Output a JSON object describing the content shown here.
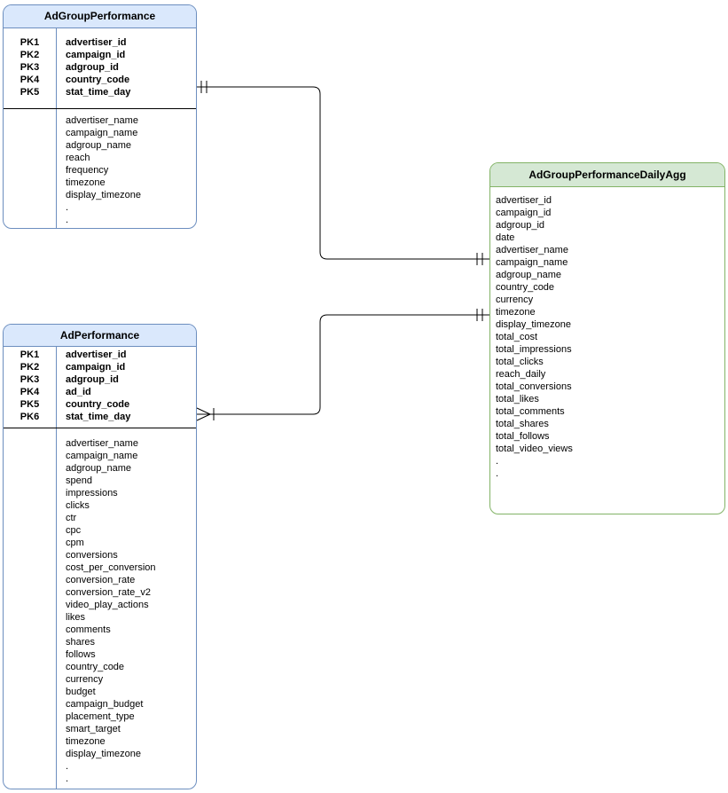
{
  "diagram": {
    "type": "entity-relationship",
    "colors": {
      "blue_header_fill": "#dae8fc",
      "blue_border": "#6c8ebf",
      "green_header_fill": "#d5e8d4",
      "green_border": "#82b366",
      "relationship_line": "#000000",
      "background": "#ffffff"
    },
    "tables": [
      {
        "name": "AdGroupPerformance",
        "pk_labels": [
          "PK1",
          "PK2",
          "PK3",
          "PK4",
          "PK5"
        ],
        "pk_fields": [
          "advertiser_id",
          "campaign_id",
          "adgroup_id",
          "country_code",
          "stat_time_day"
        ],
        "fields": [
          "advertiser_name",
          "campaign_name",
          "adgroup_name",
          "reach",
          "frequency",
          "timezone",
          "display_timezone",
          ".",
          "."
        ]
      },
      {
        "name": "AdPerformance",
        "pk_labels": [
          "PK1",
          "PK2",
          "PK3",
          "PK4",
          "PK5",
          "PK6"
        ],
        "pk_fields": [
          "advertiser_id",
          "campaign_id",
          "adgroup_id",
          "ad_id",
          "country_code",
          "stat_time_day"
        ],
        "fields": [
          "advertiser_name",
          "campaign_name",
          "adgroup_name",
          "spend",
          "impressions",
          "clicks",
          "ctr",
          "cpc",
          "cpm",
          "conversions",
          "cost_per_conversion",
          "conversion_rate",
          "conversion_rate_v2",
          "video_play_actions",
          "likes",
          "comments",
          "shares",
          "follows",
          "country_code",
          "currency",
          "budget",
          "campaign_budget",
          "placement_type",
          "smart_target",
          "timezone",
          "display_timezone",
          ".",
          "."
        ]
      },
      {
        "name": "AdGroupPerformanceDailyAgg",
        "pk_labels": [],
        "pk_fields": [],
        "fields": [
          "advertiser_id",
          "campaign_id",
          "adgroup_id",
          "date",
          "advertiser_name",
          "campaign_name",
          "adgroup_name",
          "country_code",
          "currency",
          "timezone",
          "display_timezone",
          "total_cost",
          "total_impressions",
          "total_clicks",
          "reach_daily",
          "total_conversions",
          "total_likes",
          "total_comments",
          "total_shares",
          "total_follows",
          "total_video_views",
          ".",
          "."
        ]
      }
    ],
    "relationships": [
      {
        "from_table": "AdGroupPerformance",
        "to_table": "AdGroupPerformanceDailyAgg",
        "from_cardinality": "one-and-only-one",
        "to_cardinality": "one-and-only-one"
      },
      {
        "from_table": "AdPerformance",
        "to_table": "AdGroupPerformanceDailyAgg",
        "from_cardinality": "one-or-many",
        "to_cardinality": "one-and-only-one"
      }
    ]
  }
}
